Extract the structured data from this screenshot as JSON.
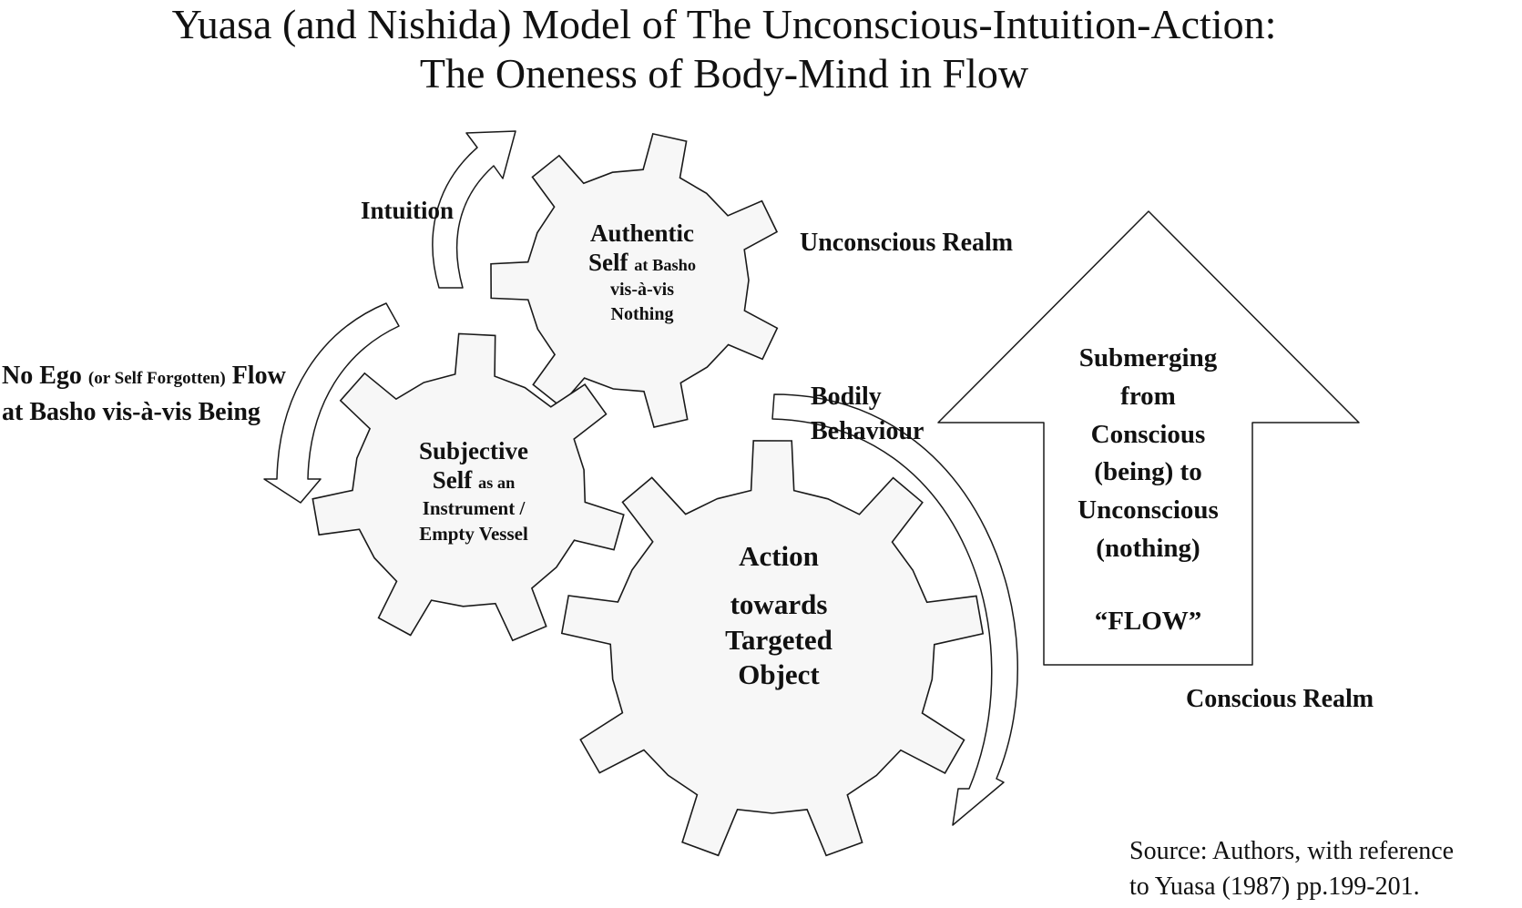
{
  "title": {
    "line1": "Yuasa (and Nishida) Model of The Unconscious-Intuition-Action:",
    "line2": "The Oneness of Body-Mind in Flow"
  },
  "gears": {
    "authentic": {
      "line1": "Authentic",
      "line2_big": "Self",
      "line2_small": "at Basho",
      "line3": "vis-à-vis",
      "line4": "Nothing"
    },
    "subjective": {
      "line1": "Subjective",
      "line2_big": "Self",
      "line2_small": "as an",
      "line3": "Instrument /",
      "line4": "Empty Vessel"
    },
    "action": {
      "line1": "Action",
      "line2": "towards",
      "line3": "Targeted",
      "line4": "Object"
    }
  },
  "arrows": {
    "intuition": "Intuition",
    "bodily_line1": "Bodily",
    "bodily_line2": "Behaviour",
    "no_ego_big1": "No Ego",
    "no_ego_small": "(or Self Forgotten)",
    "no_ego_big2": "Flow",
    "no_ego_line2": "at Basho vis-à-vis Being"
  },
  "realms": {
    "unconscious": "Unconscious Realm",
    "conscious": "Conscious Realm"
  },
  "submerging": {
    "line1": "Submerging",
    "line2": "from",
    "line3": "Conscious",
    "line4": "(being)  to",
    "line5": "Unconscious",
    "line6": "(nothing)",
    "flow": "“FLOW”"
  },
  "source": {
    "line1": "Source: Authors, with reference",
    "line2": "to Yuasa (1987) pp.199-201."
  }
}
